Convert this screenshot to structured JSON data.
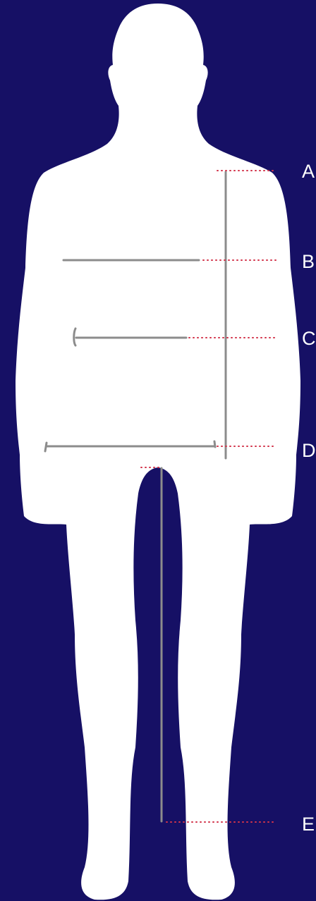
{
  "colors": {
    "background": "#161065",
    "silhouette": "#ffffff",
    "measure_line": "#8c8c8c",
    "leader_dots": "#d2334a",
    "label_text": "#ffffff"
  },
  "markers": [
    {
      "id": "A",
      "label": "A"
    },
    {
      "id": "B",
      "label": "B"
    },
    {
      "id": "C",
      "label": "C"
    },
    {
      "id": "D",
      "label": "D"
    },
    {
      "id": "E",
      "label": "E"
    }
  ]
}
